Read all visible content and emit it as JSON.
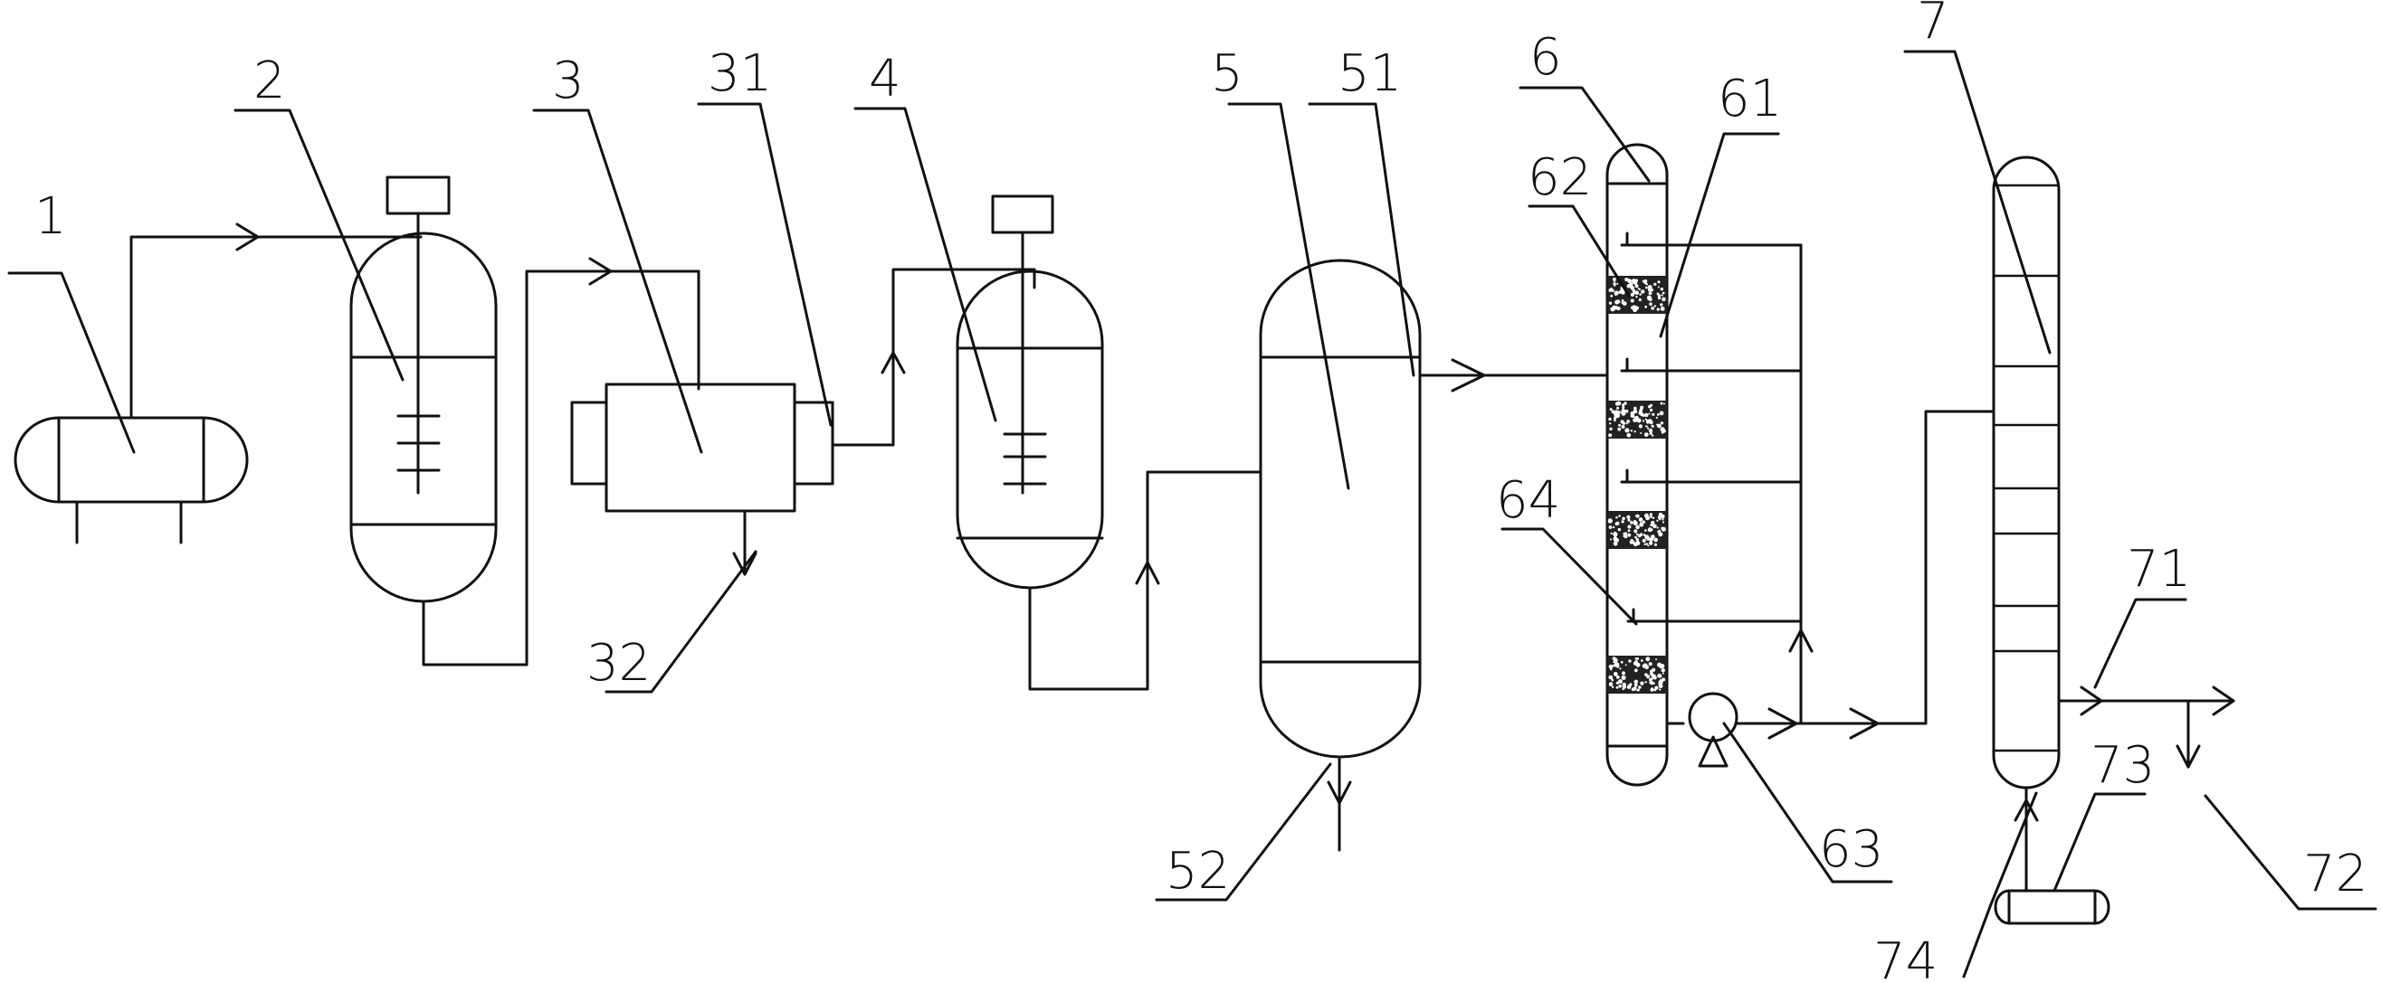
{
  "labels": {
    "l1": "1",
    "l2": "2",
    "l3": "3",
    "l31": "31",
    "l32": "32",
    "l4": "4",
    "l5": "5",
    "l51": "51",
    "l52": "52",
    "l6": "6",
    "l61": "61",
    "l62": "62",
    "l63": "63",
    "l64": "64",
    "l7": "7",
    "l71": "71",
    "l72": "72",
    "l73": "73",
    "l74": "74"
  }
}
